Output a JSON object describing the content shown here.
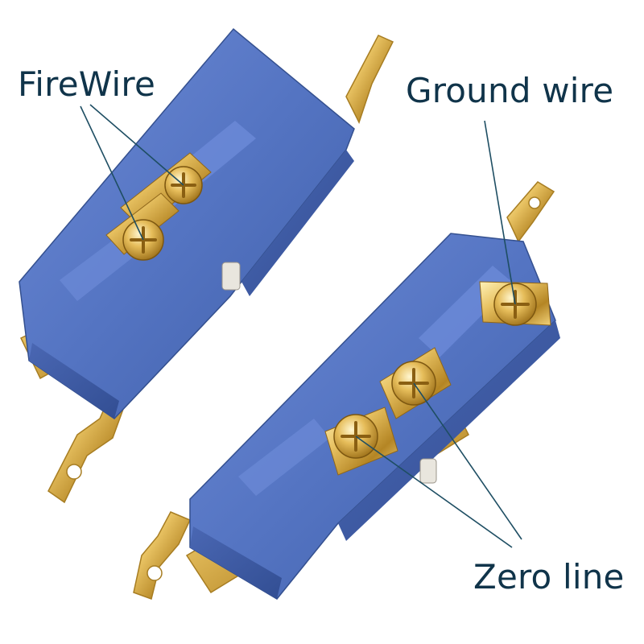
{
  "labels": {
    "fire_wire": "FireWire",
    "ground_wire": "Ground wire",
    "zero_line": "Zero line"
  },
  "colors": {
    "label_text": "#10344a",
    "leader_line": "#1e4e63",
    "receptacle_blue": "#5a79c4",
    "brass_gold": "#d9b04a"
  }
}
